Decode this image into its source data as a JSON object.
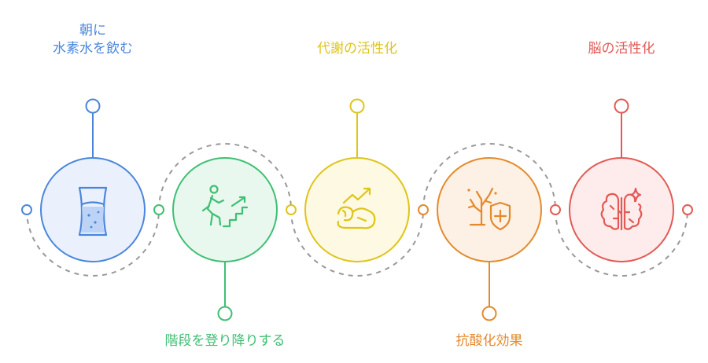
{
  "steps": [
    {
      "lines": [
        "朝に",
        "水素水を飲む"
      ],
      "icon": "water-glass-icon",
      "color": "#4a86dc",
      "fill": "#eaf1fd"
    },
    {
      "lines": [
        "階段を登り降りする"
      ],
      "icon": "climbing-stairs-icon",
      "color": "#3fbf73",
      "fill": "#e8f8ee"
    },
    {
      "lines": [
        "代謝の活性化"
      ],
      "icon": "metabolism-boost-icon",
      "color": "#dfc41a",
      "fill": "#fdf9e2"
    },
    {
      "lines": [
        "抗酸化効果"
      ],
      "icon": "antioxidant-shield-icon",
      "color": "#e38a2c",
      "fill": "#fdf0e4"
    },
    {
      "lines": [
        "脳の活性化"
      ],
      "icon": "brain-spark-icon",
      "color": "#e25a55",
      "fill": "#fdeceb"
    }
  ],
  "connector_color": "#999999"
}
